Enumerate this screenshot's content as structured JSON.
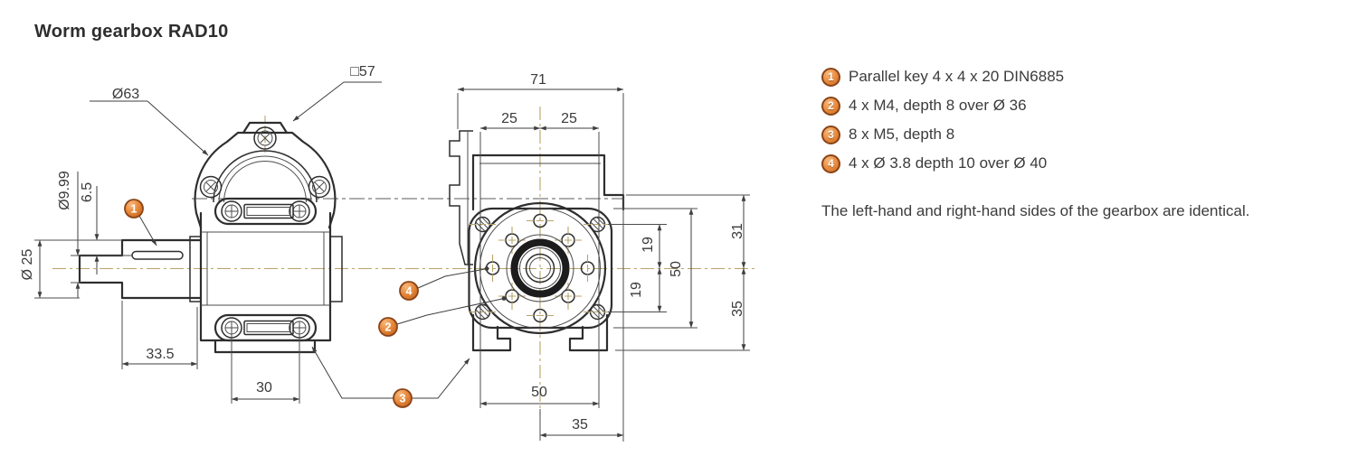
{
  "title": "Worm gearbox RAD10",
  "drawing": {
    "side_view": {
      "dia63": "Ø63",
      "sq57": "□57",
      "dia999": "Ø9.99",
      "h65": "6.5",
      "dia25": "Ø 25",
      "len335": "33.5",
      "w30": "30"
    },
    "front_view": {
      "w71": "71",
      "w25l": "25",
      "w25r": "25",
      "h19t": "19",
      "h19b": "19",
      "h50": "50",
      "h31": "31",
      "h35": "35",
      "w50": "50",
      "w35": "35"
    },
    "callouts": {
      "c1": "1",
      "c2": "2",
      "c3": "3",
      "c4": "4"
    }
  },
  "legend": {
    "items": [
      {
        "num": "1",
        "text": "Parallel key 4 x 4 x 20 DIN6885"
      },
      {
        "num": "2",
        "text": "4 x M4, depth 8 over Ø 36"
      },
      {
        "num": "3",
        "text": "8 x M5, depth 8"
      },
      {
        "num": "4",
        "text": "4 x Ø 3.8 depth 10 over Ø 40"
      }
    ],
    "note": "The left-hand and right-hand sides of the gearbox are identical."
  },
  "colors": {
    "callout_fill": "#e8893c",
    "callout_border": "#8a4418",
    "centerline": "#b9a468",
    "line": "#2e2e2e",
    "text": "#3a3a3a"
  }
}
